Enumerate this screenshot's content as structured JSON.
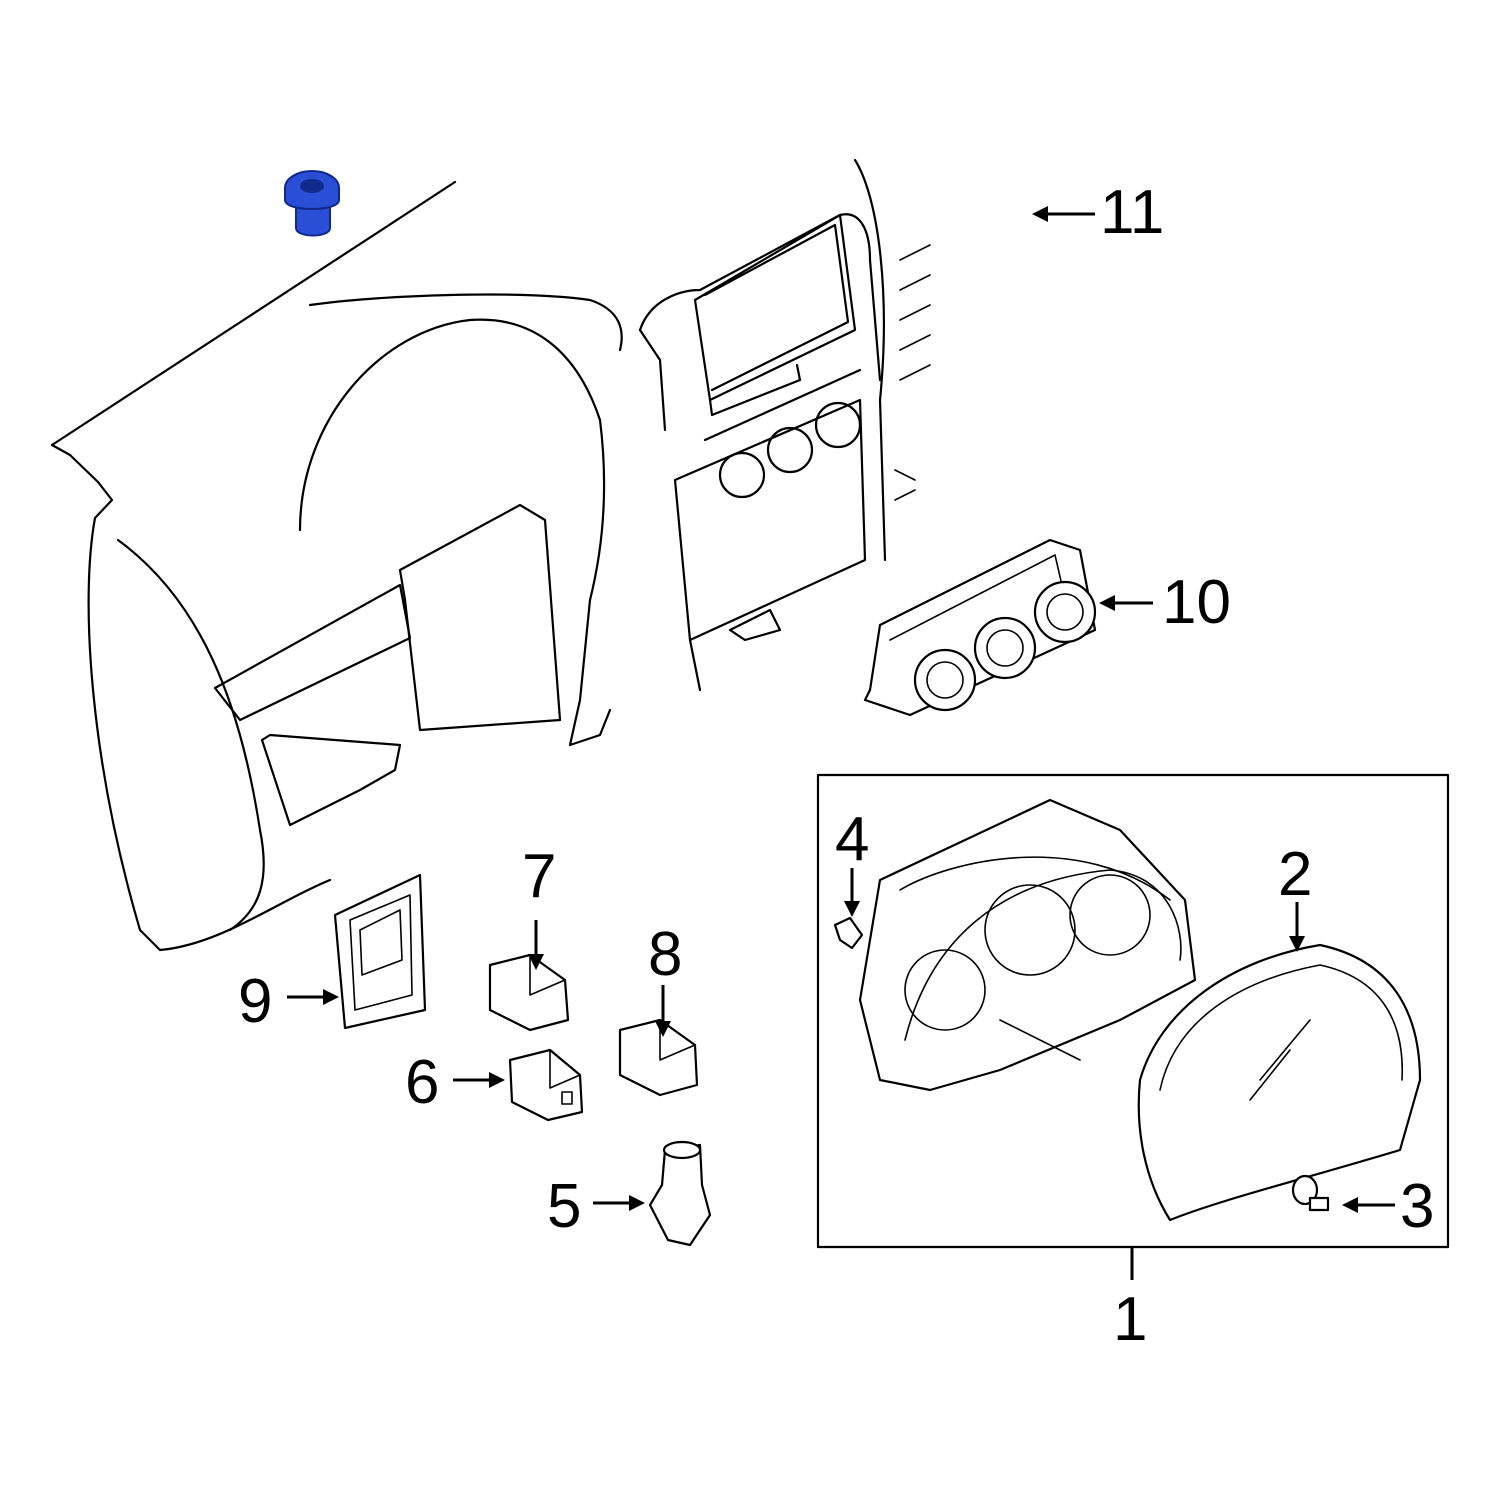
{
  "callouts": [
    {
      "id": "1",
      "label": "1"
    },
    {
      "id": "2",
      "label": "2"
    },
    {
      "id": "3",
      "label": "3"
    },
    {
      "id": "4",
      "label": "4"
    },
    {
      "id": "5",
      "label": "5"
    },
    {
      "id": "6",
      "label": "6"
    },
    {
      "id": "7",
      "label": "7"
    },
    {
      "id": "8",
      "label": "8"
    },
    {
      "id": "9",
      "label": "9"
    },
    {
      "id": "10",
      "label": "10"
    },
    {
      "id": "11",
      "label": "11"
    }
  ],
  "colors": {
    "highlight_fill": "#2a4fd6",
    "highlight_stroke": "#0f2a8a",
    "line": "#000000",
    "background": "#ffffff"
  },
  "highlighted_part": "11"
}
